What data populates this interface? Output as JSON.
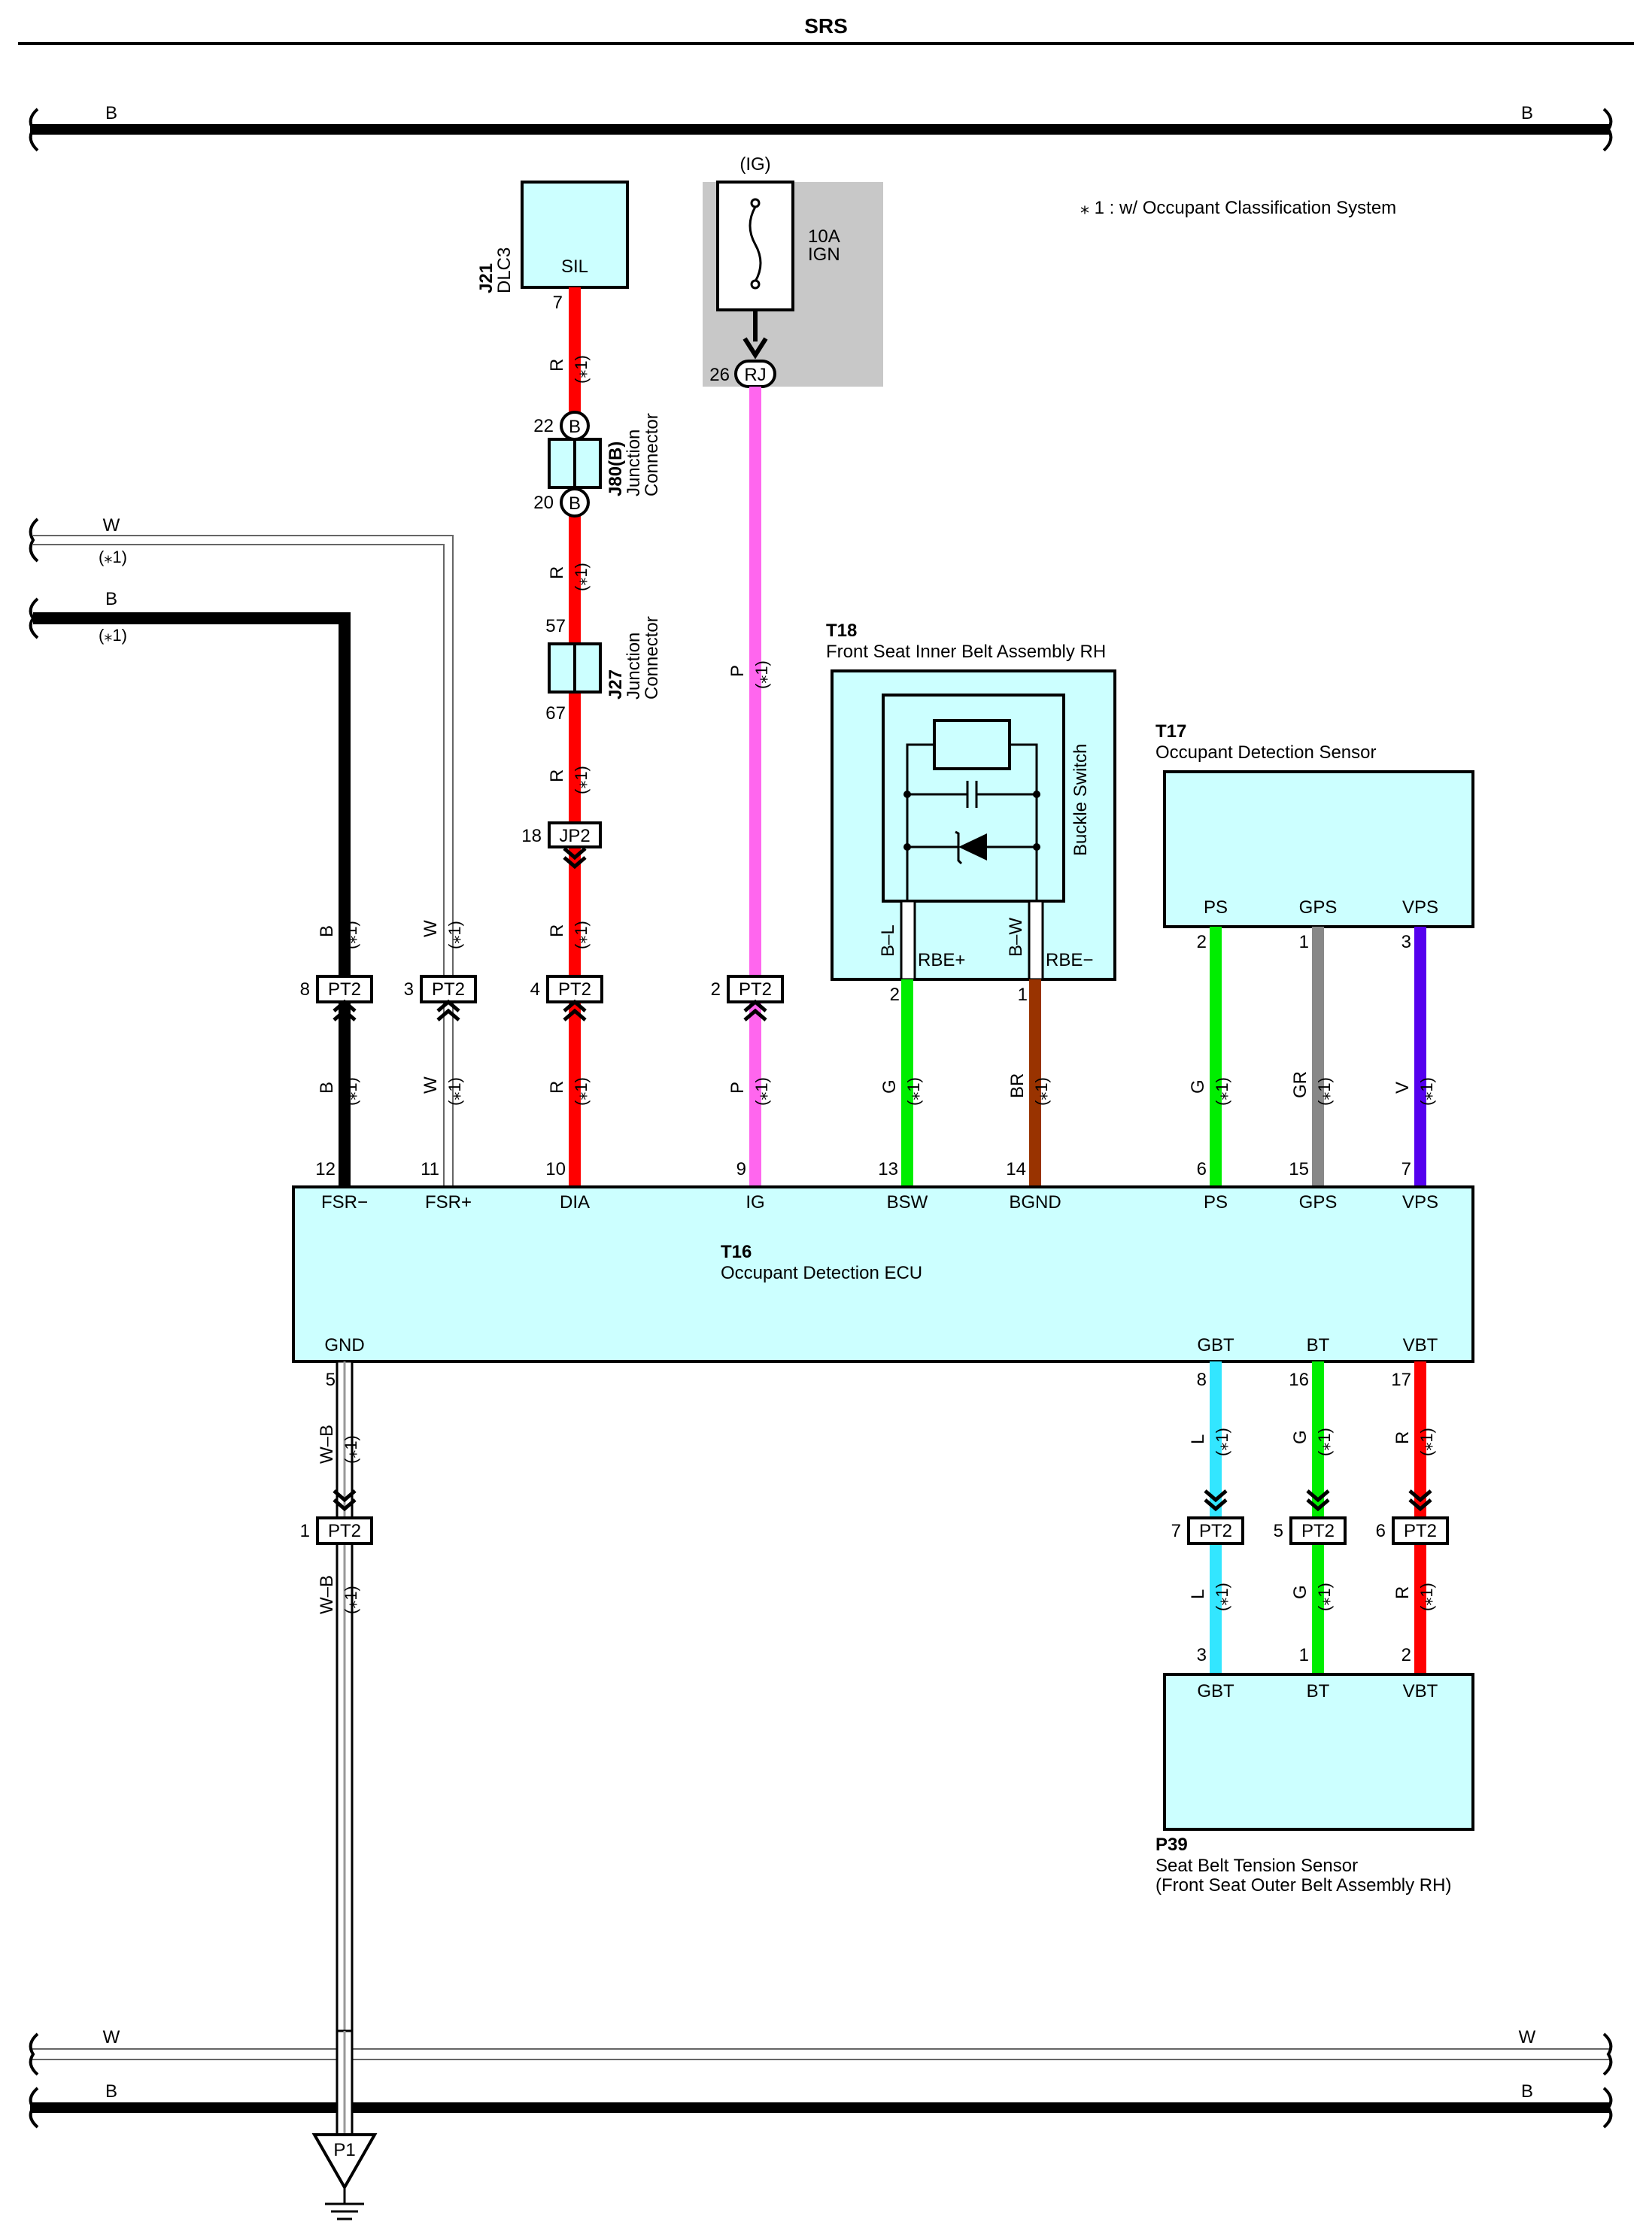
{
  "title": "SRS",
  "note": "⁎ 1 : w/ Occupant Classification System",
  "opt_code": "(⁎1)",
  "buses": {
    "top_b": "B",
    "bottom_w": "W",
    "bottom_b": "B",
    "left_w": "W",
    "left_b": "B"
  },
  "components": {
    "j21": {
      "code": "J21",
      "name": "DLC3",
      "terminal": "SIL",
      "pin": "7"
    },
    "j80": {
      "code": "J80(B)",
      "name1": "Junction",
      "name2": "Connector",
      "pin_top": "22",
      "pin_bottom": "20",
      "circle": "B"
    },
    "j27": {
      "code": "J27",
      "name1": "Junction",
      "name2": "Connector",
      "pin_top": "57",
      "pin_bottom": "67"
    },
    "jp2": {
      "label": "JP2",
      "pin": "18"
    },
    "fuse": {
      "source": "(IG)",
      "rating": "10A",
      "name": "IGN",
      "connector": "RJ",
      "pin": "26"
    },
    "t18": {
      "code": "T18",
      "name": "Front Seat Inner Belt Assembly RH",
      "switch": "Buckle Switch",
      "term1": "RBE+",
      "term2": "RBE−",
      "pin1": "2",
      "pin2": "1",
      "wire1": "B–L",
      "wire2": "B–W"
    },
    "t17": {
      "code": "T17",
      "name": "Occupant Detection Sensor",
      "terms": [
        "PS",
        "GPS",
        "VPS"
      ],
      "pins": [
        "2",
        "1",
        "3"
      ]
    },
    "t16": {
      "code": "T16",
      "name": "Occupant Detection ECU",
      "top_terms": [
        "FSR−",
        "FSR+",
        "DIA",
        "IG",
        "BSW",
        "BGND",
        "PS",
        "GPS",
        "VPS"
      ],
      "top_pins": [
        "12",
        "11",
        "10",
        "9",
        "13",
        "14",
        "6",
        "15",
        "7"
      ],
      "bottom_terms": [
        "GND",
        "GBT",
        "BT",
        "VBT"
      ],
      "bottom_pins": [
        "5",
        "8",
        "16",
        "17"
      ]
    },
    "p39": {
      "code": "P39",
      "name1": "Seat Belt Tension Sensor",
      "name2": "(Front Seat Outer Belt Assembly RH)",
      "terms": [
        "GBT",
        "BT",
        "VBT"
      ],
      "pins": [
        "3",
        "1",
        "2"
      ]
    },
    "p1": {
      "label": "P1"
    }
  },
  "pt2": {
    "label": "PT2",
    "upper_pins": [
      "8",
      "3",
      "4",
      "2"
    ],
    "lower_pins": [
      "1",
      "7",
      "5",
      "6"
    ]
  },
  "wires": {
    "fsr_minus": "B",
    "fsr_plus": "W",
    "dia": "R",
    "ig": "P",
    "bsw": "G",
    "bgnd": "BR",
    "ps": "G",
    "gps": "GR",
    "vps": "V",
    "gnd": "W–B",
    "gbt": "L",
    "bt": "G",
    "vbt": "R"
  },
  "colors": {
    "red": "#ff0000",
    "pink": "#ff66ee",
    "green": "#00ee00",
    "brown": "#993300",
    "gray": "#888888",
    "violet": "#5500ee",
    "cyan": "#33e6ff",
    "black": "#000000",
    "component": "#ccffff",
    "fuse_bg": "#c8c8c8"
  }
}
